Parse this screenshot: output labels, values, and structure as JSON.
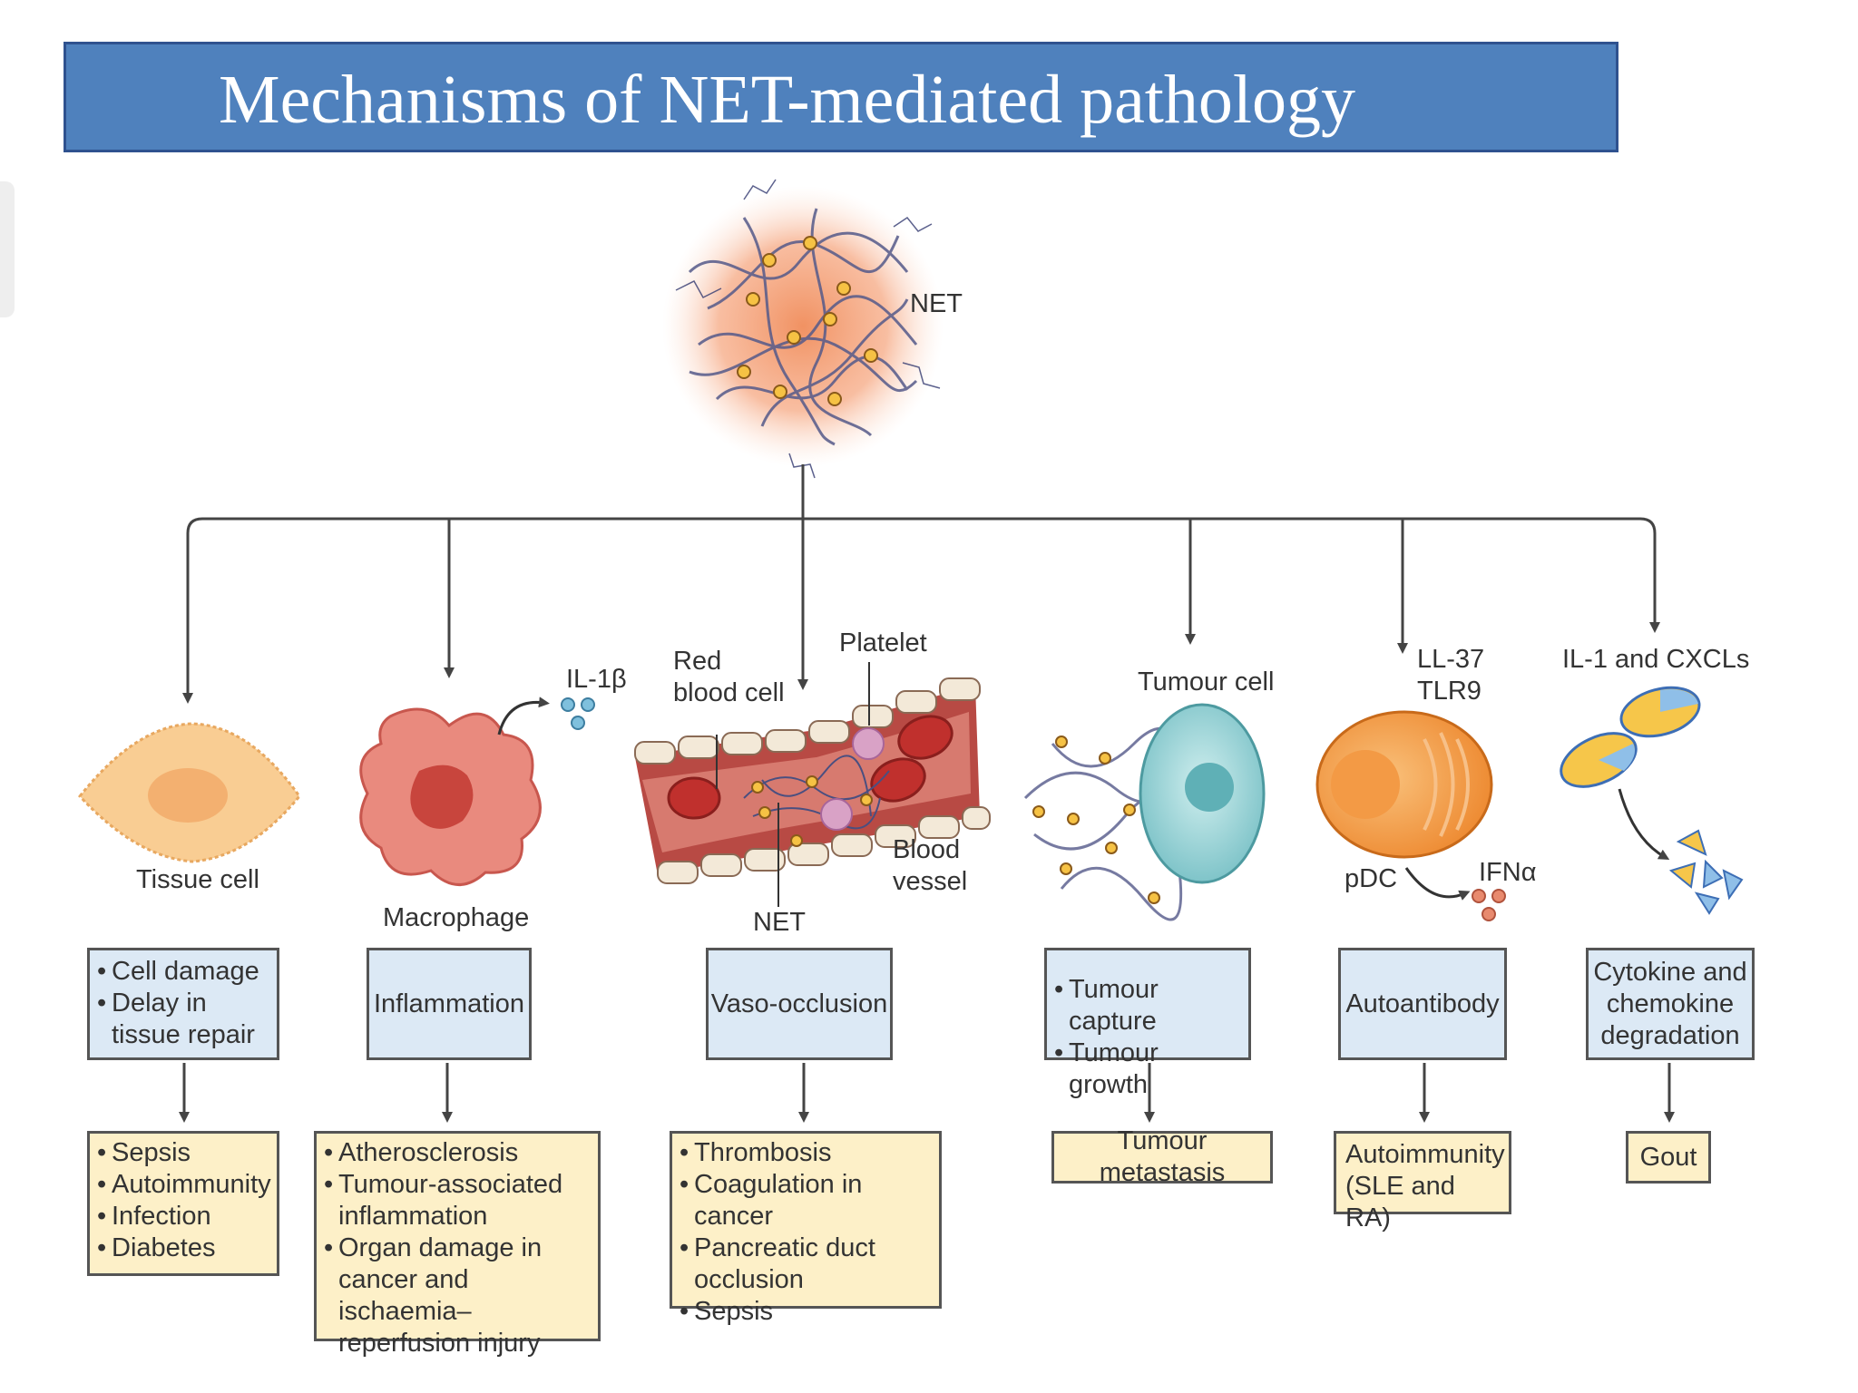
{
  "title": "Mechanisms of NET-mediated pathology",
  "diagram": {
    "net_label": "NET",
    "labels": {
      "tissue_cell": "Tissue cell",
      "macrophage": "Macrophage",
      "il1b": "IL-1β",
      "red_blood_cell": "Red\nblood cell",
      "platelet": "Platelet",
      "blood_vessel": "Blood\nvessel",
      "net_vessel": "NET",
      "tumour_cell": "Tumour cell",
      "ll37_tlr9": "LL-37\nTLR9",
      "pdc": "pDC",
      "ifna": "IFNα",
      "il1_cxcls": "IL-1 and CXCLs"
    },
    "mechanism_boxes": {
      "tissue": [
        "Cell damage",
        "Delay in tissue repair"
      ],
      "inflammation": "Inflammation",
      "vaso": "Vaso-occlusion",
      "tumour": [
        "Tumour capture",
        "Tumour growth"
      ],
      "autoantibody": "Autoantibody",
      "cytokine": "Cytokine and\nchemokine\ndegradation"
    },
    "disease_boxes": {
      "tissue": [
        "Sepsis",
        "Autoimmunity",
        "Infection",
        "Diabetes"
      ],
      "inflammation": [
        "Atherosclerosis",
        "Tumour-associated inflammation",
        "Organ damage in cancer and ischaemia–reperfusion injury"
      ],
      "vaso": [
        "Thrombosis",
        "Coagulation in cancer",
        "Pancreatic duct occlusion",
        "Sepsis"
      ],
      "tumour": "Tumour metastasis",
      "autoantibody": "Autoimmunity\n(SLE and RA)",
      "cytokine": "Gout"
    },
    "colors": {
      "title_bg": "#4f81bd",
      "mechanism_box": "#dce9f5",
      "disease_box": "#fdf0c8",
      "net_core": "#f08c5a",
      "tissue_cell": "#f8c88c",
      "macrophage": "#e0675f",
      "vessel": "#c0504d",
      "tumour_cell": "#9fd4d6",
      "pdc": "#f5a04a"
    }
  }
}
